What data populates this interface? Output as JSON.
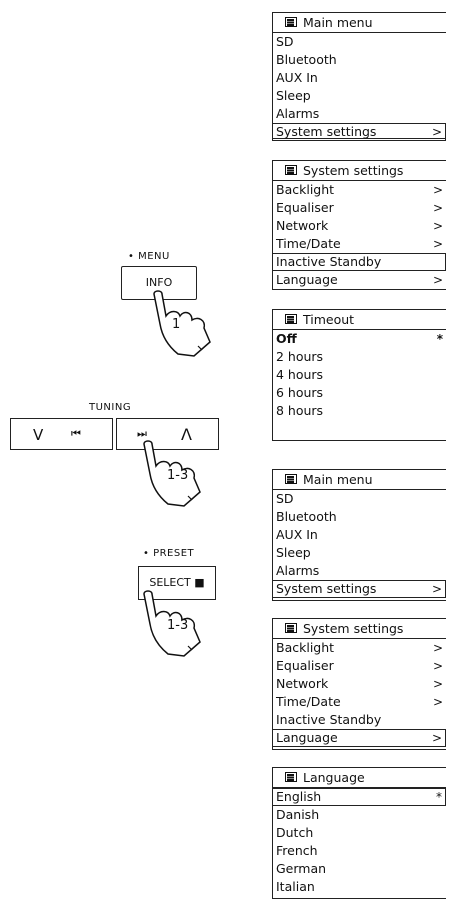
{
  "screens": [
    {
      "title": "Main menu",
      "rows": [
        {
          "t": "SD"
        },
        {
          "t": "Bluetooth"
        },
        {
          "t": "AUX In"
        },
        {
          "t": "Sleep"
        },
        {
          "t": "Alarms"
        },
        {
          "t": "System settings",
          "m": ">",
          "sel": true
        }
      ]
    },
    {
      "title": "System settings",
      "rows": [
        {
          "t": "Backlight",
          "m": ">"
        },
        {
          "t": "Equaliser",
          "m": ">"
        },
        {
          "t": "Network",
          "m": ">"
        },
        {
          "t": "Time/Date",
          "m": ">"
        },
        {
          "t": "Inactive Standby",
          "sel": true
        },
        {
          "t": "Language",
          "m": ">"
        }
      ]
    },
    {
      "title": "Timeout",
      "rows": [
        {
          "t": "Off",
          "m": "*",
          "bold": true
        },
        {
          "t": "2 hours"
        },
        {
          "t": "4 hours"
        },
        {
          "t": "6 hours"
        },
        {
          "t": "8 hours"
        }
      ]
    },
    {
      "title": "Main menu",
      "rows": [
        {
          "t": "SD"
        },
        {
          "t": "Bluetooth"
        },
        {
          "t": "AUX In"
        },
        {
          "t": "Sleep"
        },
        {
          "t": "Alarms"
        },
        {
          "t": "System settings",
          "m": ">",
          "sel": true
        }
      ]
    },
    {
      "title": "System settings",
      "rows": [
        {
          "t": "Backlight",
          "m": ">"
        },
        {
          "t": "Equaliser",
          "m": ">"
        },
        {
          "t": "Network",
          "m": ">"
        },
        {
          "t": "Time/Date",
          "m": ">"
        },
        {
          "t": "Inactive Standby"
        },
        {
          "t": "Language",
          "m": ">",
          "sel": true
        }
      ]
    },
    {
      "title": "Language",
      "rows": [
        {
          "t": "English",
          "m": "*",
          "sel": true
        },
        {
          "t": "Danish"
        },
        {
          "t": "Dutch"
        },
        {
          "t": "French"
        },
        {
          "t": "German"
        },
        {
          "t": "Italian"
        }
      ]
    }
  ],
  "controls": {
    "menu_label": "• MENU",
    "info_label": "INFO",
    "info_step": "1",
    "tuning_label": "TUNING",
    "tuning_down": "V",
    "tuning_up": "Λ",
    "tuning_step": "1-3",
    "preset_label": "• PRESET",
    "select_label": "SELECT ■",
    "select_step": "1-3"
  }
}
